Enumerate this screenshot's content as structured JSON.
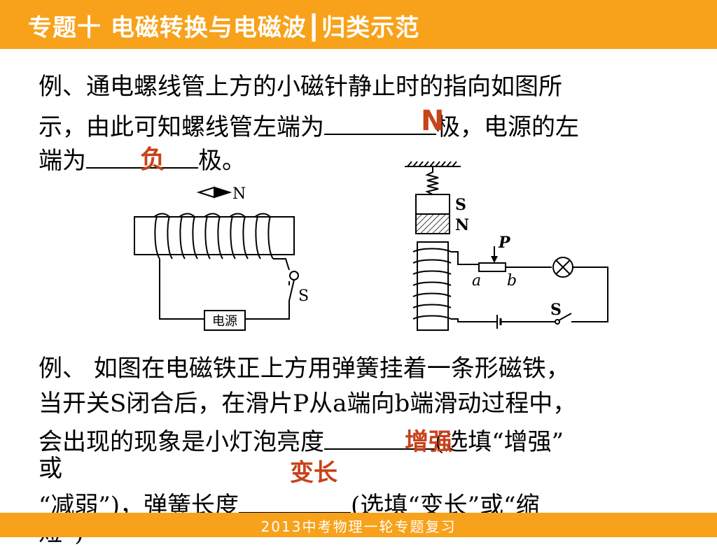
{
  "header": {
    "title": "专题十 电磁转换与电磁波┃归类示范"
  },
  "example1": {
    "line1": "例、通电螺线管上方的小磁针静止时的指向如图所",
    "line2a": "示，由此可知螺线管左端为",
    "line2b": "极，电源的左",
    "line3a": "端为",
    "line3b": "极。",
    "answer1": "N",
    "answer2": "负"
  },
  "figure1": {
    "compass_label": "N",
    "switch_label": "S",
    "power_label": "电源"
  },
  "figure2": {
    "magnet_top": "S",
    "magnet_bottom": "N",
    "slider_label": "P",
    "end_a": "a",
    "end_b": "b",
    "switch_label": "S"
  },
  "example2": {
    "line1": "例、 如图在电磁铁正上方用弹簧挂着一条形磁铁，",
    "line2": "当开关S闭合后，在滑片P从a端向b端滑动过程中，",
    "line3a": "会出现的现象是小灯泡亮度",
    "line3b": "(选填“增强”",
    "line4": "或",
    "line5a": "“减弱”)，弹簧长度",
    "line5b": "(选填“变长”或“缩",
    "line6": "短”)",
    "answer1": "增强",
    "answer2": "变长"
  },
  "footer": {
    "text": "2013中考物理一轮专题复习"
  }
}
